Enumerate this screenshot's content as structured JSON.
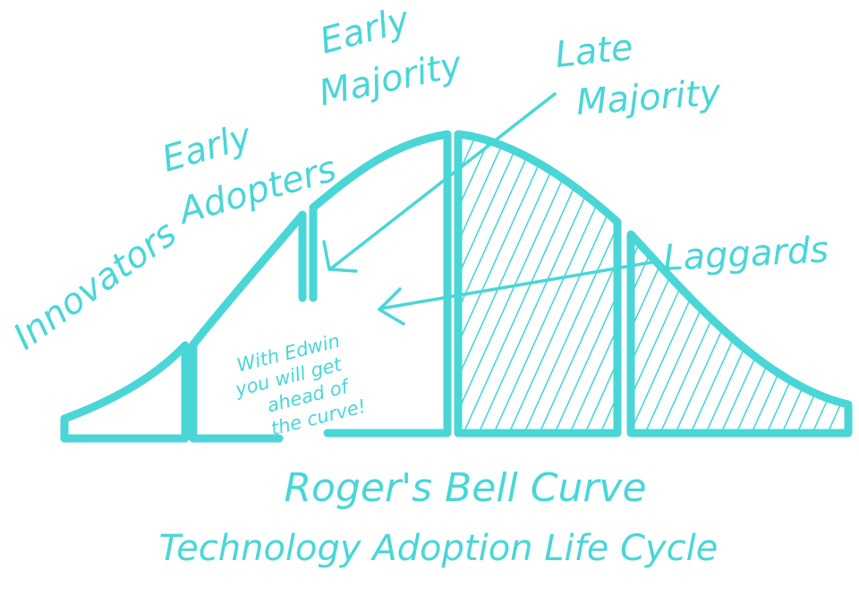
{
  "colors": {
    "ink": "#4ad6d6",
    "background": "#ffffff"
  },
  "segments": {
    "innovators": "Innovators",
    "early_adopters_line1": "Early",
    "early_adopters_line2": "Adopters",
    "early_majority_line1": "Early",
    "early_majority_line2": "Majority",
    "late_majority_line1": "Late",
    "late_majority_line2": "Majority",
    "laggards": "Laggards"
  },
  "note": {
    "line1": "With Edwin",
    "line2": "you will get",
    "line3": "ahead of",
    "line4": "the curve!"
  },
  "title": {
    "line1": "Roger's Bell Curve",
    "line2": "Technology Adoption Life Cycle"
  }
}
